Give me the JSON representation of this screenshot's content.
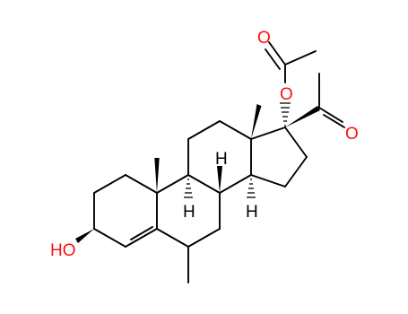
{
  "colors": {
    "bond": "#000000",
    "oxygen": "#ff0d0d",
    "hydrogen": "#000000",
    "background": "#ffffff"
  },
  "labels": {
    "hydroxyl": "HO",
    "ester_oxygen": "O",
    "ester_carbonyl_oxygen": "O",
    "ketone_oxygen": "O",
    "h_c9": "H",
    "h_c8": "H",
    "h_c14": "H"
  }
}
